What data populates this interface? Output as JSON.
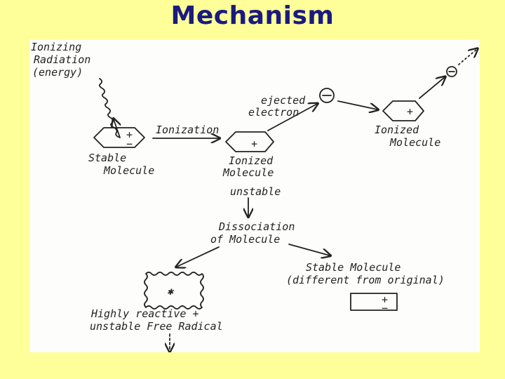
{
  "slide": {
    "title": "Mechanism"
  },
  "diagram": {
    "source_lines": [
      "Ionizing",
      "Radiation",
      "(energy)"
    ],
    "stable_molecule": [
      "Stable",
      "Molecule"
    ],
    "ionization": "Ionization",
    "ionized_molecule": [
      "Ionized",
      "Molecule"
    ],
    "ejected_electron": [
      "ejected",
      "electron"
    ],
    "ionized_molecule_2": [
      "Ionized",
      "Molecule"
    ],
    "unstable": "unstable",
    "dissociation": [
      "Dissociation",
      "of  Molecule"
    ],
    "stable_new": [
      "Stable  Molecule",
      "(different  from  original)"
    ],
    "free_radical": [
      "Highly  reactive  +",
      "unstable  Free  Radical"
    ],
    "plus": "+",
    "minus": "−",
    "radical_mark": "✱"
  }
}
